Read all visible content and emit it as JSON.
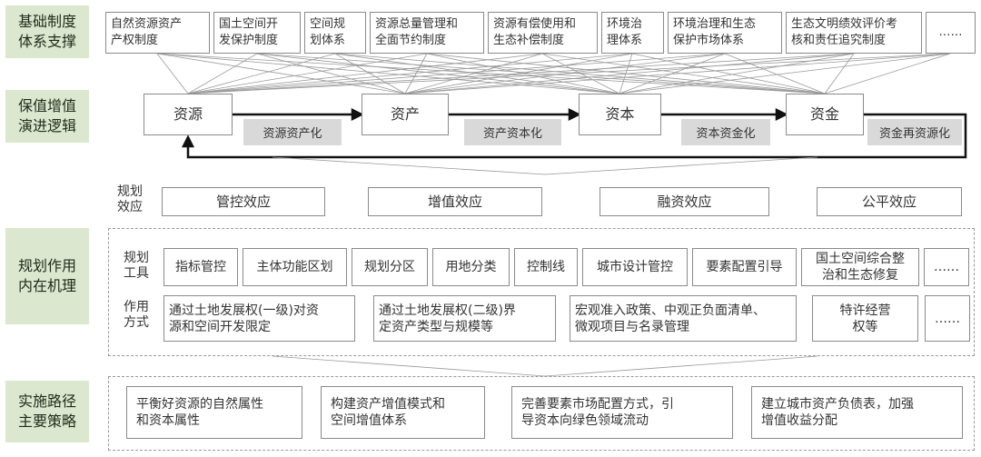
{
  "rows": {
    "basic_system": "基础制度\n体系支撑",
    "value_logic": "保值增值\n演进逻辑",
    "planning_mechanism": "规划作用\n内在机理",
    "implementation": "实施路径\n主要策略"
  },
  "institutions": [
    "自然资源资产\n产权制度",
    "国土空间开\n发保护制度",
    "空间规\n划体系",
    "资源总量管理和\n全面节约制度",
    "资源有偿使用和\n生态补偿制度",
    "环境治\n理体系",
    "环境治理和生态\n保护市场体系",
    "生态文明绩效评价考\n核和责任追究制度",
    "……"
  ],
  "stages": [
    "资源",
    "资产",
    "资本",
    "资金"
  ],
  "transitions": [
    "资源资产化",
    "资产资本化",
    "资本资金化",
    "资金再资源化"
  ],
  "effects_label": "规划\n效应",
  "effects": [
    "管控效应",
    "增值效应",
    "融资效应",
    "公平效应"
  ],
  "tools_label": "规划\n工具",
  "tools": [
    "指标管控",
    "主体功能区划",
    "规划分区",
    "用地分类",
    "控制线",
    "城市设计管控",
    "要素配置引导",
    "国土空间综合整\n治和生态修复",
    "……"
  ],
  "modes_label": "作用\n方式",
  "modes": [
    "通过土地发展权(一级)对资\n源和空间开发限定",
    "通过土地发展权(二级)界\n定资产类型与规模等",
    "宏观准入政策、中观正负面清单、\n微观项目与名录管理",
    "特许经营\n权等",
    "……"
  ],
  "strategies": [
    "平衡好资源的自然属性\n和资本属性",
    "构建资产增值模式和\n空间增值体系",
    "完善要素市场配置方式，引\n导资本向绿色领域流动",
    "建立城市资产负债表，加强\n增值收益分配"
  ]
}
